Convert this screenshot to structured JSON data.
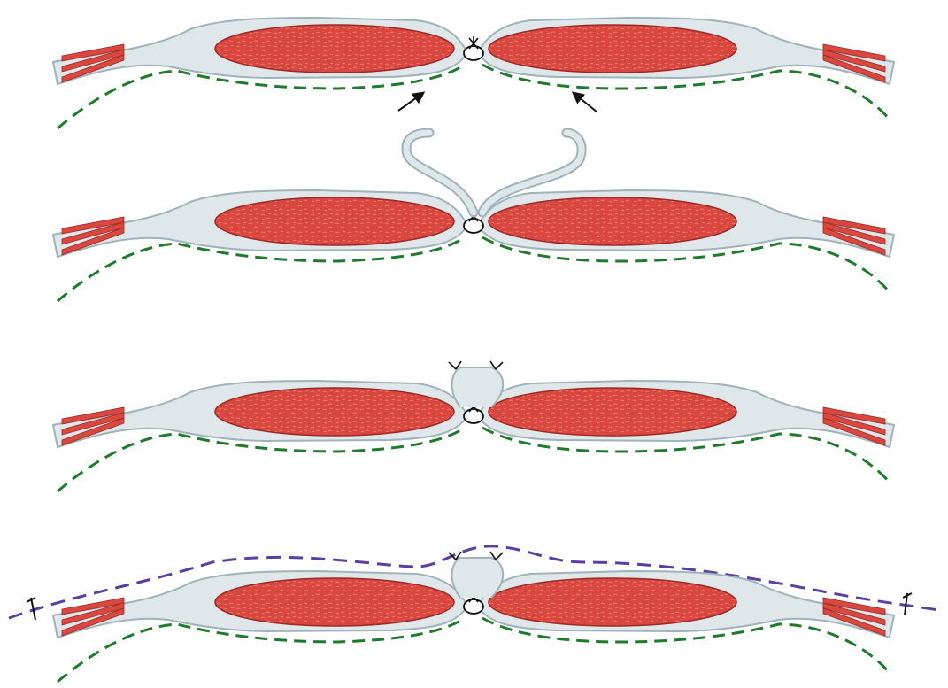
{
  "colors": {
    "background": "#ffffff",
    "fascia_fill": "#dfe7ea",
    "fascia_stroke": "#9fb3bb",
    "muscle_fill": "#d9473f",
    "muscle_stroke": "#9c2a25",
    "muscle_texture": "#f0a097",
    "peritoneum_line": "#1f7a2e",
    "skin_line": "#5a3fa0",
    "suture": "#111111",
    "arrow": "#111111"
  },
  "panels": [
    {
      "id": "panel-1",
      "step": 1,
      "has_flaps": false,
      "has_arrows": false,
      "has_flap_sutures": false,
      "has_skin_line": false,
      "has_lateral_sutures": false
    },
    {
      "id": "panel-2",
      "step": 2,
      "has_flaps": true,
      "has_arrows": true,
      "has_flap_sutures": false,
      "has_skin_line": false,
      "has_lateral_sutures": false
    },
    {
      "id": "panel-3",
      "step": 3,
      "has_flaps": true,
      "has_arrows": false,
      "has_flap_sutures": true,
      "has_skin_line": false,
      "has_lateral_sutures": false
    },
    {
      "id": "panel-4",
      "step": 4,
      "has_flaps": true,
      "has_arrows": false,
      "has_flap_sutures": true,
      "has_skin_line": true,
      "has_lateral_sutures": true
    }
  ]
}
